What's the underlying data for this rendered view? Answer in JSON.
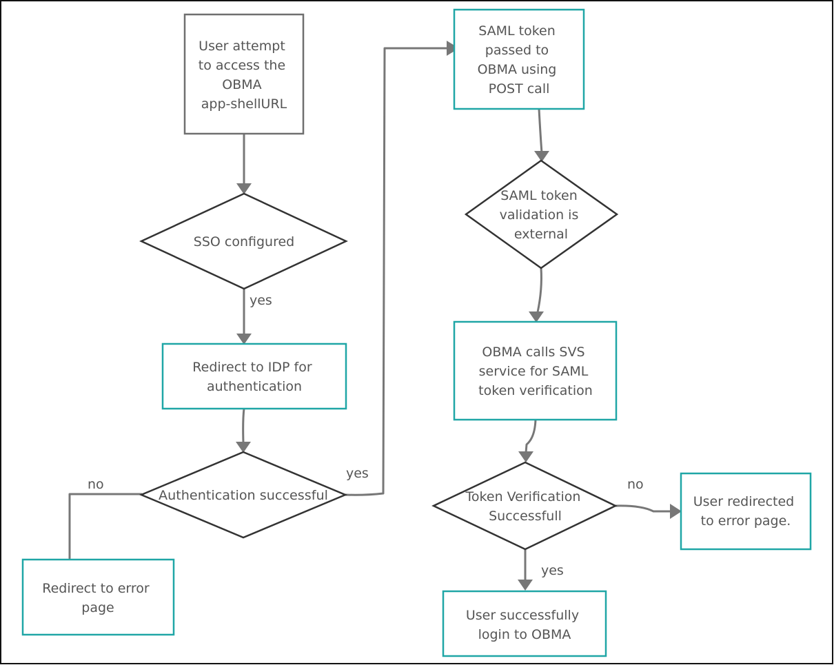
{
  "nodes": {
    "start": {
      "lines": [
        "User attempt",
        "to access   the",
        "OBMA",
        "app-shellURL"
      ]
    },
    "sso": {
      "lines": [
        "SSO configured"
      ]
    },
    "redirect_idp": {
      "lines": [
        "Redirect to IDP for",
        "authentication"
      ]
    },
    "auth_success": {
      "lines": [
        "Authentication successful"
      ]
    },
    "redirect_error": {
      "lines": [
        "Redirect to error",
        "page"
      ]
    },
    "saml_passed": {
      "lines": [
        "SAML token",
        "passed to",
        "OBMA using",
        "POST call"
      ]
    },
    "saml_validation": {
      "lines": [
        "SAML token",
        "validation is",
        "external"
      ]
    },
    "svs_call": {
      "lines": [
        "OBMA calls SVS",
        "service for SAML",
        "token verification"
      ]
    },
    "token_verify": {
      "lines": [
        "Token Verification",
        "Successfull"
      ]
    },
    "user_error": {
      "lines": [
        "User redirected",
        "to error page."
      ]
    },
    "login_success": {
      "lines": [
        "User successfully",
        "login to OBMA"
      ]
    }
  },
  "edge_labels": {
    "sso_yes": "yes",
    "auth_no": "no",
    "auth_yes": "yes",
    "verify_no": "no",
    "verify_yes": "yes"
  },
  "colors": {
    "teal_box": "#1fa6a6",
    "gray_box": "#6f6f6f",
    "diamond": "#333333",
    "connector": "#777777",
    "text": "#555555"
  }
}
